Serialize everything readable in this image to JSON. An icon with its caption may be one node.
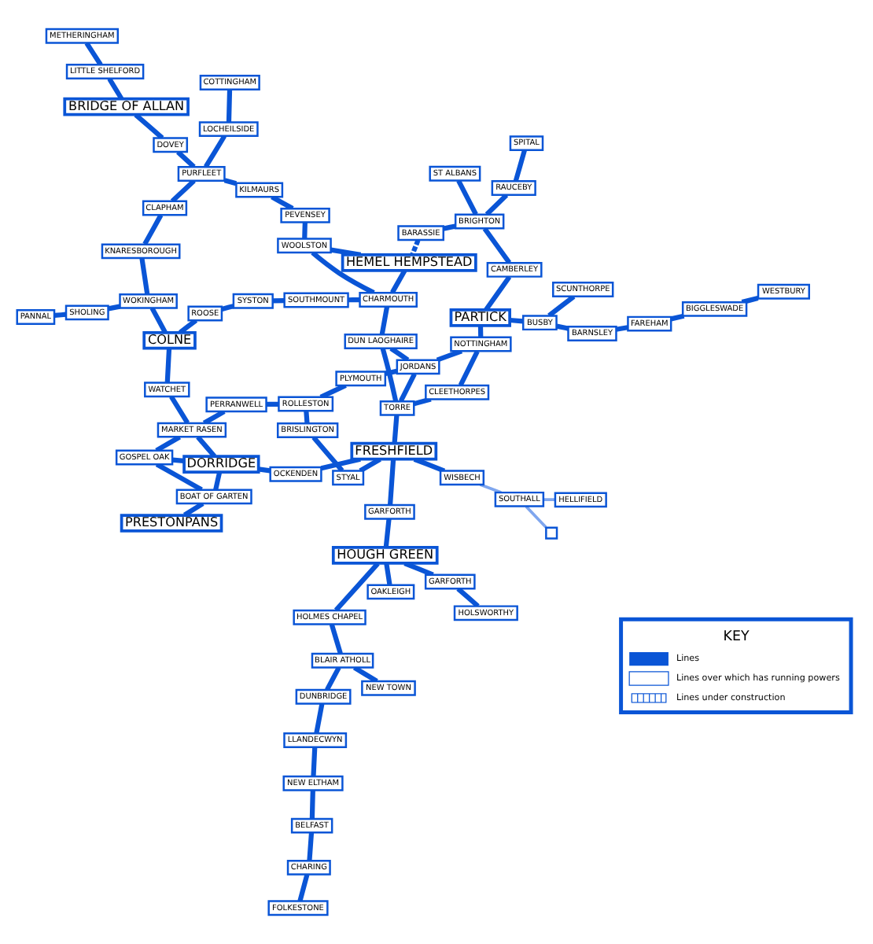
{
  "diagram": {
    "nodes": [
      {
        "text": [
          "FOLKESTONE"
        ]
      },
      {
        "text": [
          "CHARING"
        ]
      },
      {
        "text": [
          "BELFAST"
        ]
      },
      {
        "text": [
          "NEW ELTHAM"
        ]
      },
      {
        "text": [
          "LLANDECWYN"
        ]
      },
      {
        "text": [
          "DUNBRIDGE"
        ]
      },
      {
        "text": [
          "NEW TOWN"
        ]
      },
      {
        "text": [
          "BLAIR ATHOLL"
        ]
      },
      {
        "text": [
          "HOLMES CHAPEL"
        ]
      },
      {
        "text": [
          "HOUGH GREEN"
        ]
      },
      {
        "text": [
          "OAKLEIGH"
        ]
      },
      {
        "text": [
          "HOLSWORTHY"
        ]
      },
      {
        "text": [
          "GARFORTH"
        ]
      },
      {
        "text": [
          "GARFORTH"
        ]
      },
      {
        "text": [
          "DORRIDGE"
        ]
      },
      {
        "text": [
          "PRESTONPANS"
        ]
      },
      {
        "text": [
          "BOAT OF GARTEN"
        ]
      },
      {
        "text": [
          "GOSPEL OAK"
        ]
      },
      {
        "text": [
          "MARKET RASEN"
        ]
      },
      {
        "text": [
          "PERRANWELL"
        ]
      },
      {
        "text": [
          "ROLLESTON"
        ]
      },
      {
        "text": [
          "OCKENDEN"
        ]
      },
      {
        "text": [
          "BRISLINGTON"
        ]
      },
      {
        "text": [
          "STYAL"
        ]
      },
      {
        "text": [
          "WATCHET"
        ]
      },
      {
        "text": [
          "FRESHFIELD"
        ]
      },
      {
        "text": [
          "PLYMOUTH"
        ]
      },
      {
        "text": [
          "COLNE"
        ]
      },
      {
        "text": [
          "WOKINGHAM"
        ]
      },
      {
        "text": [
          "SHOLING"
        ]
      },
      {
        "text": [
          "PANNAL"
        ]
      },
      {
        "text": [
          "HELLIFIELD"
        ]
      },
      {
        "text": [],
        "shape": "box"
      },
      {
        "text": [
          "WESTBURY"
        ]
      },
      {
        "text": [
          "SOUTHALL"
        ]
      },
      {
        "text": [
          "WISBECH"
        ]
      },
      {
        "text": [
          "TORRE"
        ]
      },
      {
        "text": [
          "CLEETHORPES"
        ]
      },
      {
        "text": [
          "JORDANS"
        ]
      },
      {
        "text": [
          "ROOSE"
        ]
      },
      {
        "text": [
          "SYSTON"
        ]
      },
      {
        "text": [
          "SOUTHMOUNT"
        ]
      },
      {
        "text": [
          "KNARESBOROUGH"
        ]
      },
      {
        "text": [
          "COTTINGHAM"
        ]
      },
      {
        "text": [
          "BIGGLESWADE"
        ]
      },
      {
        "text": [
          "FAREHAM"
        ]
      },
      {
        "text": [
          "BARNSLEY"
        ]
      },
      {
        "text": [
          "NOTTINGHAM"
        ]
      },
      {
        "text": [
          "DUN LAOGHAIRE"
        ]
      },
      {
        "text": [
          "LOCHEILSIDE"
        ]
      },
      {
        "text": [
          "CLAPHAM"
        ]
      },
      {
        "text": [
          "SCUNTHORPE"
        ]
      },
      {
        "text": [
          "BUSBY"
        ]
      },
      {
        "text": [
          "CHARMOUTH"
        ]
      },
      {
        "text": [
          "WOOLSTON"
        ]
      },
      {
        "text": [
          "DOVEY"
        ]
      },
      {
        "text": [
          "BRIDGE OF ALLAN"
        ]
      },
      {
        "text": [
          "PEVENSEY"
        ]
      },
      {
        "text": [
          "KILMAURS"
        ]
      },
      {
        "text": [
          "PURFLEET"
        ]
      },
      {
        "text": [
          "LITTLE SHELFORD"
        ]
      },
      {
        "text": [
          "SPITAL"
        ]
      },
      {
        "text": [
          "RAUCEBY"
        ]
      },
      {
        "text": [
          "METHERINGHAM"
        ]
      },
      {
        "text": [
          "PARTICK"
        ]
      },
      {
        "text": [
          "HEMEL HEMPSTEAD"
        ]
      },
      {
        "text": [
          "CAMBERLEY"
        ]
      },
      {
        "text": [
          "BRIGHTON"
        ]
      },
      {
        "text": [
          "BARASSIE"
        ]
      },
      {
        "text": [
          "ST ALBANS"
        ]
      }
    ],
    "edges": [
      {
        "from": 0,
        "to": 1,
        "arrow": "none"
      },
      {
        "from": 1,
        "to": 2,
        "arrow": "none"
      },
      {
        "from": 2,
        "to": 3,
        "arrow": "none"
      },
      {
        "from": 3,
        "to": 4,
        "arrow": "none"
      },
      {
        "from": 4,
        "to": 5,
        "arrow": "none"
      },
      {
        "from": 5,
        "to": 7,
        "arrow": "none"
      },
      {
        "from": 6,
        "to": 7,
        "arrow": "none"
      },
      {
        "from": 7,
        "to": 8,
        "arrow": "none"
      },
      {
        "from": 8,
        "to": 9,
        "arrow": "none"
      },
      {
        "from": 9,
        "to": 10,
        "arrow": "none"
      },
      {
        "from": 11,
        "to": 12,
        "arrow": "none"
      },
      {
        "from": 12,
        "to": 9,
        "arrow": "none"
      },
      {
        "from": 9,
        "to": 13,
        "arrow": "none"
      },
      {
        "from": 13,
        "to": 25,
        "arrow": "none"
      },
      {
        "from": 15,
        "to": 16,
        "arrow": "none"
      },
      {
        "from": 16,
        "to": 17,
        "arrow": "none"
      },
      {
        "from": 16,
        "to": 14,
        "arrow": "none"
      },
      {
        "from": 14,
        "to": 17,
        "arrow": "none"
      },
      {
        "from": 14,
        "to": 18,
        "arrow": "none"
      },
      {
        "from": 17,
        "to": 18,
        "arrow": "none"
      },
      {
        "from": 18,
        "to": 19,
        "arrow": "none"
      },
      {
        "from": 19,
        "to": 20,
        "arrow": "none"
      },
      {
        "from": 20,
        "to": 26,
        "arrow": "none"
      },
      {
        "from": 26,
        "to": 38,
        "arrow": "none"
      },
      {
        "from": 14,
        "to": 21,
        "arrow": "none"
      },
      {
        "from": 21,
        "to": 25,
        "arrow": "none"
      },
      {
        "from": 20,
        "to": 22,
        "arrow": "none"
      },
      {
        "from": 22,
        "to": 23,
        "arrow": "none"
      },
      {
        "from": 23,
        "to": 25,
        "arrow": "none"
      },
      {
        "from": 18,
        "to": 24,
        "arrow": "none"
      },
      {
        "from": 24,
        "to": 27,
        "arrow": "none"
      },
      {
        "from": 27,
        "to": 28,
        "arrow": "none"
      },
      {
        "from": 28,
        "to": 29,
        "arrow": "none"
      },
      {
        "from": 29,
        "to": 30,
        "arrow": "none"
      },
      {
        "from": 28,
        "to": 42,
        "arrow": "none"
      },
      {
        "from": 42,
        "to": 50,
        "arrow": "none"
      },
      {
        "from": 50,
        "to": 59,
        "arrow": "none"
      },
      {
        "from": 43,
        "to": 49,
        "arrow": "none"
      },
      {
        "from": 49,
        "to": 59,
        "arrow": "none"
      },
      {
        "from": 25,
        "to": 35,
        "arrow": "none"
      },
      {
        "from": 35,
        "to": 34,
        "arrow": "none",
        "color": "#7fa6ee"
      },
      {
        "from": 34,
        "to": 31,
        "arrow": "none",
        "color": "#7fa6ee"
      },
      {
        "from": 34,
        "to": 32,
        "arrow": "none",
        "color": "#7fa6ee"
      },
      {
        "from": 25,
        "to": 36,
        "arrow": "none"
      },
      {
        "from": 36,
        "to": 38,
        "arrow": "none"
      },
      {
        "from": 36,
        "to": 37,
        "arrow": "none"
      },
      {
        "from": 37,
        "to": 47,
        "arrow": "none"
      },
      {
        "from": 47,
        "to": 64,
        "arrow": "none"
      },
      {
        "from": 47,
        "to": 38,
        "arrow": "none"
      },
      {
        "from": 36,
        "to": 48,
        "arrow": "none"
      },
      {
        "from": 38,
        "to": 48,
        "arrow": "none"
      },
      {
        "from": 48,
        "to": 53,
        "arrow": "none"
      },
      {
        "from": 53,
        "to": 65,
        "arrow": "none"
      },
      {
        "from": 27,
        "to": 39,
        "arrow": "none"
      },
      {
        "from": 39,
        "to": 40,
        "arrow": "none"
      },
      {
        "from": 40,
        "to": 41,
        "arrow": "none"
      },
      {
        "from": 41,
        "to": 53,
        "arrow": "none"
      },
      {
        "from": 53,
        "to": 54,
        "arrow": "none"
      },
      {
        "from": 54,
        "to": 65,
        "arrow": "none"
      },
      {
        "from": 54,
        "to": 57,
        "arrow": "none"
      },
      {
        "from": 57,
        "to": 58,
        "arrow": "none"
      },
      {
        "from": 58,
        "to": 59,
        "arrow": "none"
      },
      {
        "from": 59,
        "to": 55,
        "arrow": "none"
      },
      {
        "from": 55,
        "to": 56,
        "arrow": "none"
      },
      {
        "from": 56,
        "to": 60,
        "arrow": "none"
      },
      {
        "from": 60,
        "to": 63,
        "arrow": "none"
      },
      {
        "from": 33,
        "to": 44,
        "arrow": "none"
      },
      {
        "from": 44,
        "to": 45,
        "arrow": "none"
      },
      {
        "from": 45,
        "to": 46,
        "arrow": "none"
      },
      {
        "from": 46,
        "to": 52,
        "arrow": "none"
      },
      {
        "from": 51,
        "to": 52,
        "arrow": "none"
      },
      {
        "from": 52,
        "to": 64,
        "arrow": "none"
      },
      {
        "from": 64,
        "to": 66,
        "arrow": "none"
      },
      {
        "from": 66,
        "to": 67,
        "arrow": "none"
      },
      {
        "from": 67,
        "to": 68,
        "arrow": "none"
      },
      {
        "from": 68,
        "to": 65,
        "arrow": "none",
        "style": "dashed"
      },
      {
        "from": 61,
        "to": 62,
        "arrow": "none"
      },
      {
        "from": 62,
        "to": 67,
        "arrow": "none"
      },
      {
        "from": 69,
        "to": 67,
        "arrow": "none"
      }
    ],
    "labels": [
      "KEY"
    ],
    "legend": [
      {
        "text": "Lines"
      },
      {
        "text": "Lines over which has running powers"
      },
      {
        "text": "Lines under construction"
      }
    ]
  }
}
